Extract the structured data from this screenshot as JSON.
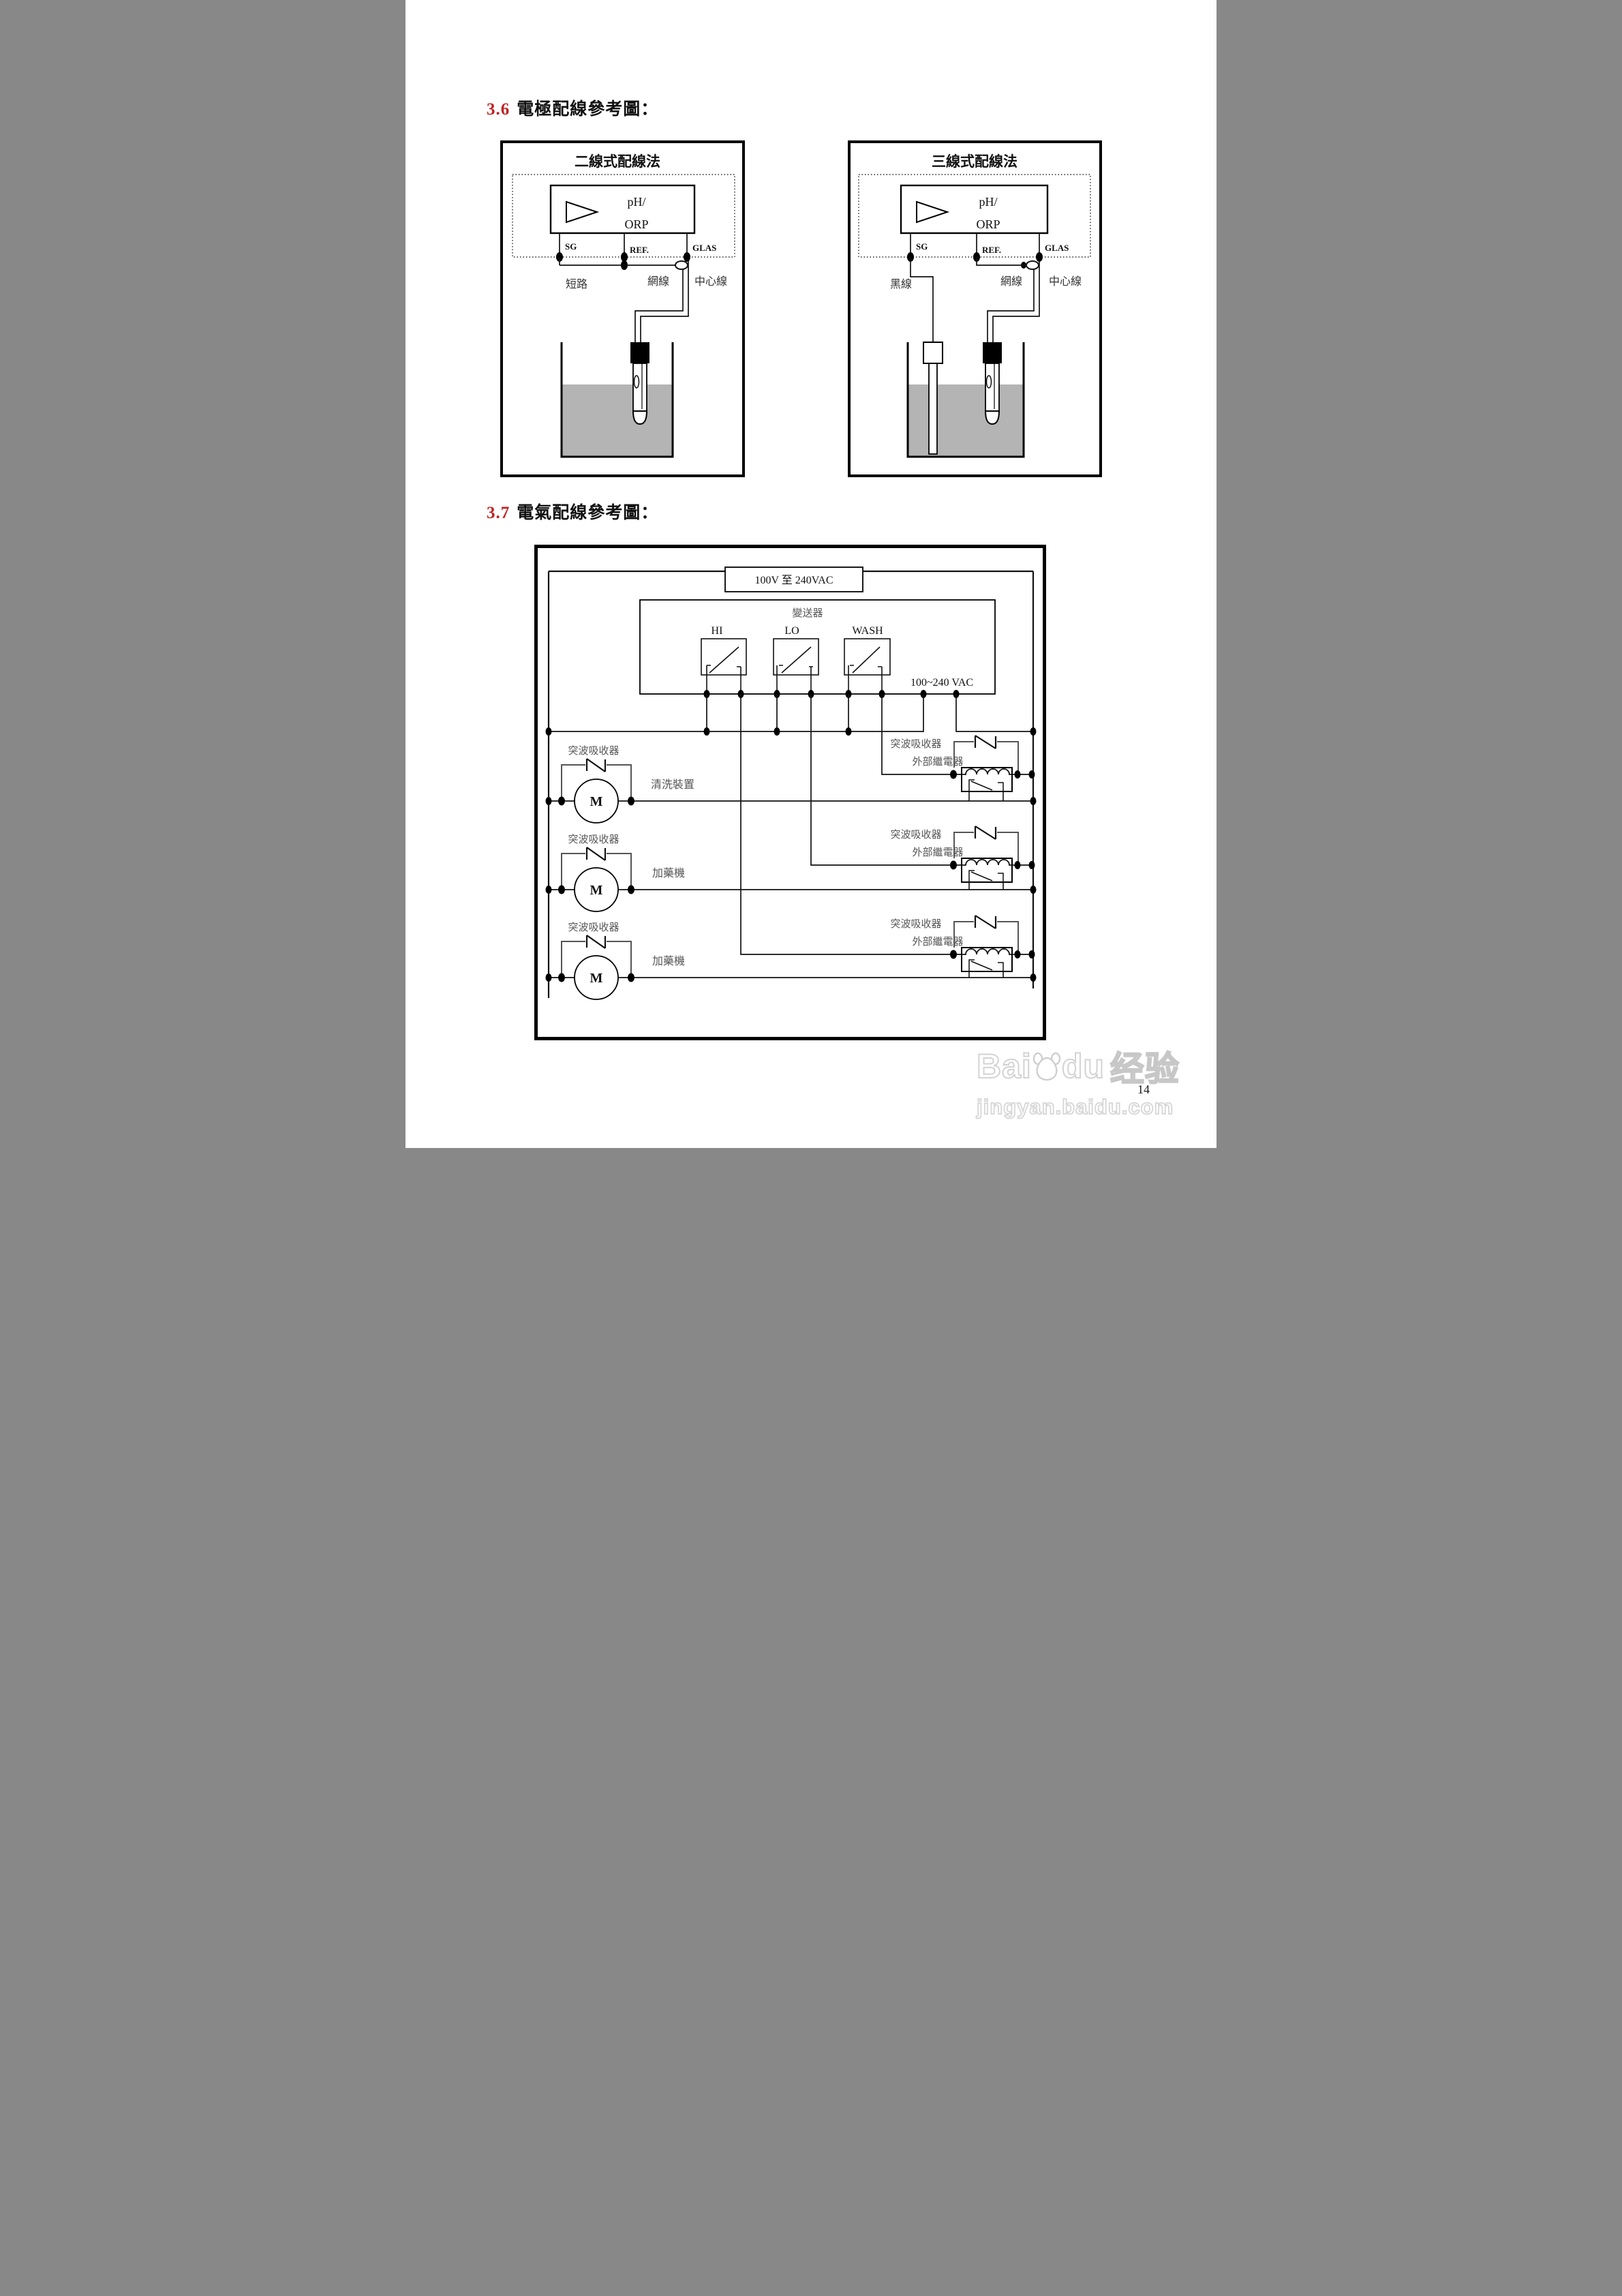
{
  "sections": {
    "s36": {
      "number": "3.6",
      "title": "電極配線參考圖："
    },
    "s37": {
      "number": "3.7",
      "title": "電氣配線參考圖："
    }
  },
  "two_wire": {
    "title": "二線式配線法",
    "device_line1": "pH/",
    "device_line2": "ORP",
    "terminal_sg": "SG",
    "terminal_ref": "REF.",
    "terminal_glas": "GLAS",
    "label_short": "短路",
    "label_shield": "網線",
    "label_center": "中心線"
  },
  "three_wire": {
    "title": "三線式配線法",
    "device_line1": "pH/",
    "device_line2": "ORP",
    "terminal_sg": "SG",
    "terminal_ref": "REF.",
    "terminal_glas": "GLAS",
    "label_black": "黑線",
    "label_shield": "網線",
    "label_center": "中心線"
  },
  "circuit": {
    "power_source": "100V 至 240VAC",
    "transmitter": "變送器",
    "relay_hi": "HI",
    "relay_lo": "LO",
    "relay_wash": "WASH",
    "vac": "100~240 VAC",
    "surge_absorber": "突波吸收器",
    "external_relay": "外部繼電器",
    "motor": "M",
    "row1_label": "清洗裝置",
    "row2_label": "加藥機",
    "row3_label": "加藥機"
  },
  "watermark": {
    "brand_left": "Bai",
    "brand_right": "du",
    "brand_cn": "经验",
    "url": "jingyan.baidu.com"
  },
  "page": {
    "number": "14"
  }
}
